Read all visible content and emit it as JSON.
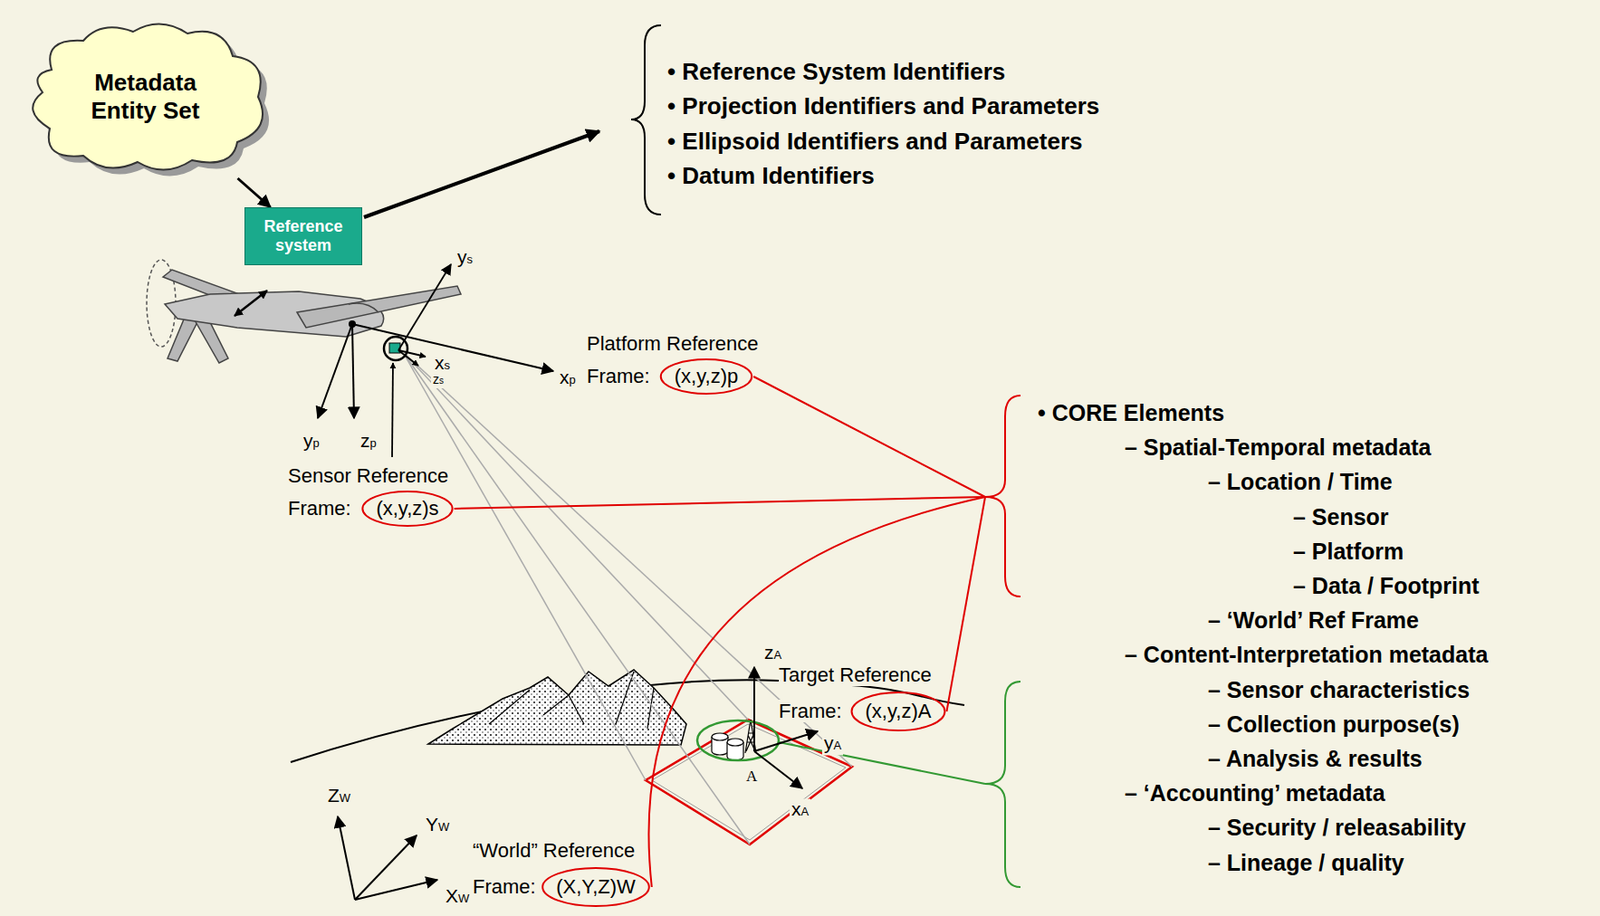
{
  "diagram": {
    "nodes": [
      {
        "text": [
          "Metadata Entity Set"
        ]
      },
      {
        "text": [
          "Reference system"
        ]
      },
      {
        "text": [
          "Platform Reference Frame:",
          "(x,y,z)p"
        ]
      },
      {
        "text": [
          "Sensor Reference Frame:",
          "(x,y,z)s"
        ]
      },
      {
        "text": [
          "Target Reference Frame:",
          "(x,y,z)A"
        ]
      },
      {
        "text": [
          "“World” Reference Frame:",
          "(X,Y,Z)W"
        ]
      }
    ],
    "edges": [
      {
        "from": 0,
        "to": 1,
        "arrow": "to"
      }
    ],
    "labels": [
      "• Reference System Identifiers",
      "• Projection Identifiers and Parameters",
      "• Ellipsoid Identifiers and Parameters",
      "• Datum Identifiers",
      "xp",
      "yp",
      "zp",
      "ys",
      "xs",
      "zs",
      "• CORE Elements",
      "– Spatial-Temporal metadata",
      "– Location / Time",
      "– Sensor",
      "– Platform",
      "– Data / Footprint",
      "– ‘World’ Ref Frame",
      "– Content-Interpretation metadata",
      "– Sensor characteristics",
      "– Collection purpose(s)",
      "– Analysis & results",
      "– ‘Accounting’ metadata",
      "– Security / releasability",
      "– Lineage / quality",
      "zA",
      "yA",
      "A",
      "xA",
      "ZW",
      "YW",
      "XW"
    ]
  }
}
